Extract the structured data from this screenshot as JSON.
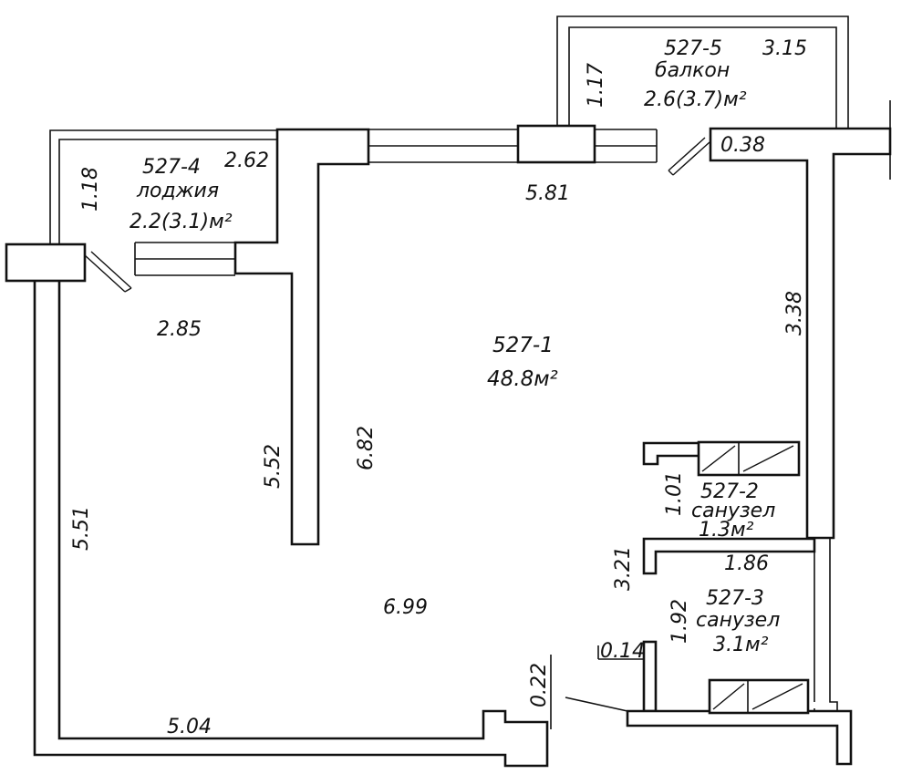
{
  "rooms": {
    "main": {
      "id": "527-1",
      "area": "48.8м²"
    },
    "bath1": {
      "id": "527-2",
      "name": "санузел",
      "area": "1.3м²"
    },
    "bath2": {
      "id": "527-3",
      "name": "санузел",
      "area": "3.1м²"
    },
    "loggia": {
      "id": "527-4",
      "name": "лоджия",
      "area": "2.2(3.1)м²"
    },
    "balcony": {
      "id": "527-5",
      "name": "балкон",
      "area": "2.6(3.7)м²"
    }
  },
  "dimensions": {
    "balcony_width": "3.15",
    "balcony_depth": "1.17",
    "balcony_door_pier": "0.38",
    "loggia_width": "2.62",
    "loggia_depth": "1.18",
    "top_wall": "5.81",
    "right_wall": "3.38",
    "left_room_width": "2.85",
    "partition_length": "5.52",
    "main_depth": "6.82",
    "left_wall": "5.51",
    "bottom_span": "6.99",
    "bottom_wall": "5.04",
    "bath1_depth": "1.01",
    "bath_corridor": "3.21",
    "bath2_width": "1.86",
    "bath2_depth": "1.92",
    "niche_width": "0.14",
    "niche_depth": "0.22"
  },
  "colors": {
    "line": "#111111",
    "background": "#ffffff"
  }
}
